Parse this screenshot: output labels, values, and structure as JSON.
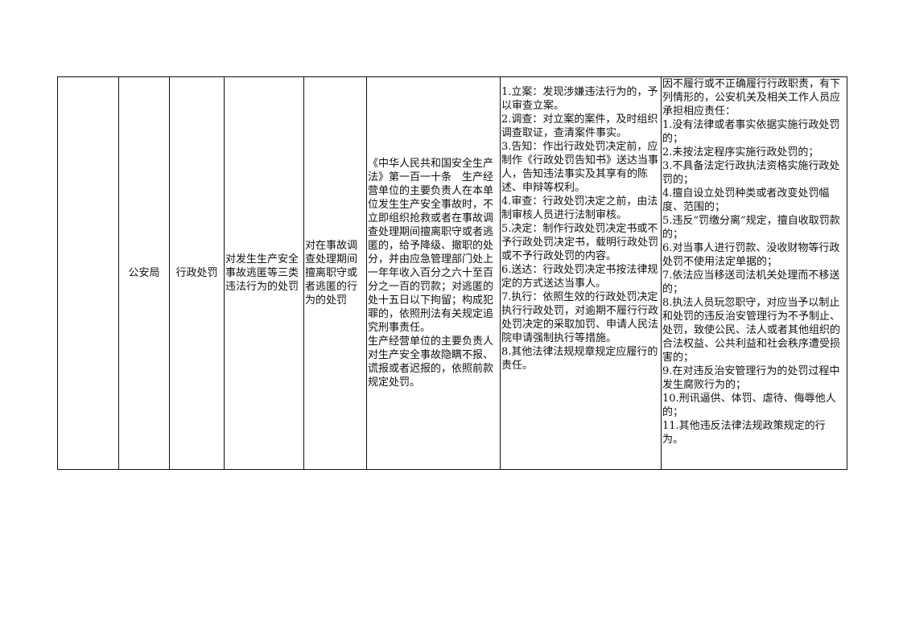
{
  "row": {
    "col0": "",
    "department": "公安局",
    "power_type": "行政处罚",
    "item_name": "对发生生产安全事故逃匿等三类违法行为的处罚",
    "sub_item": "对在事故调查处理期间擅离职守或者逃匿的行为的处罚",
    "legal_basis": "《中华人民共和国安全生产法》第一百一十条　生产经营单位的主要负责人在本单位发生生产安全事故时，不立即组织抢救或者在事故调查处理期间擅离职守或者逃匿的，给予降级、撤职的处分，并由应急管理部门处上一年年收入百分之六十至百分之一百的罚款；对逃匿的处十五日以下拘留；构成犯罪的，依照刑法有关规定追究刑事责任。\n生产经营单位的主要负责人对生产安全事故隐瞒不报、谎报或者迟报的，依照前款规定处罚。",
    "responsibility_steps": "1.立案：发现涉嫌违法行为的，予以审查立案。\n2.调查：对立案的案件，及时组织调查取证，查清案件事实。\n3.告知：作出行政处罚决定前，应制作《行政处罚告知书》送达当事人，告知违法事实及其享有的陈述、申辩等权利。\n4.审查：行政处罚决定之前，由法制审核人员进行法制审核。\n5.决定：制作行政处罚决定书或不予行政处罚决定书，载明行政处罚或不予行政处罚的内容。\n6.送达：行政处罚决定书按法律规定的方式送达当事人。\n7.执行：依照生效的行政处罚决定执行行政处罚，对逾期不履行行政处罚决定的采取加罚、申请人民法院申请强制执行等措施。\n8.其他法律法规规章规定应履行的责任。",
    "accountability": "因不履行或不正确履行行政职责，有下列情形的，公安机关及相关工作人员应承担相应责任：\n1.没有法律或者事实依据实施行政处罚的；\n2.未按法定程序实施行政处罚的；\n3.不具备法定行政执法资格实施行政处罚的；\n4.擅自设立处罚种类或者改变处罚幅度、范围的；\n5.违反“罚缴分离”规定，擅自收取罚款的；\n6.对当事人进行罚款、没收财物等行政处罚不使用法定单据的；\n7.依法应当移送司法机关处理而不移送的；\n8.执法人员玩忽职守，对应当予以制止和处罚的违反治安管理行为不予制止、处罚，致使公民、法人或者其他组织的合法权益、公共利益和社会秩序遭受损害的；\n9.在对违反治安管理行为的处罚过程中发生腐败行为的；\n10.刑讯逼供、体罚、虐待、侮辱他人的；\n11.其他违反法律法规政策规定的行为。"
  }
}
